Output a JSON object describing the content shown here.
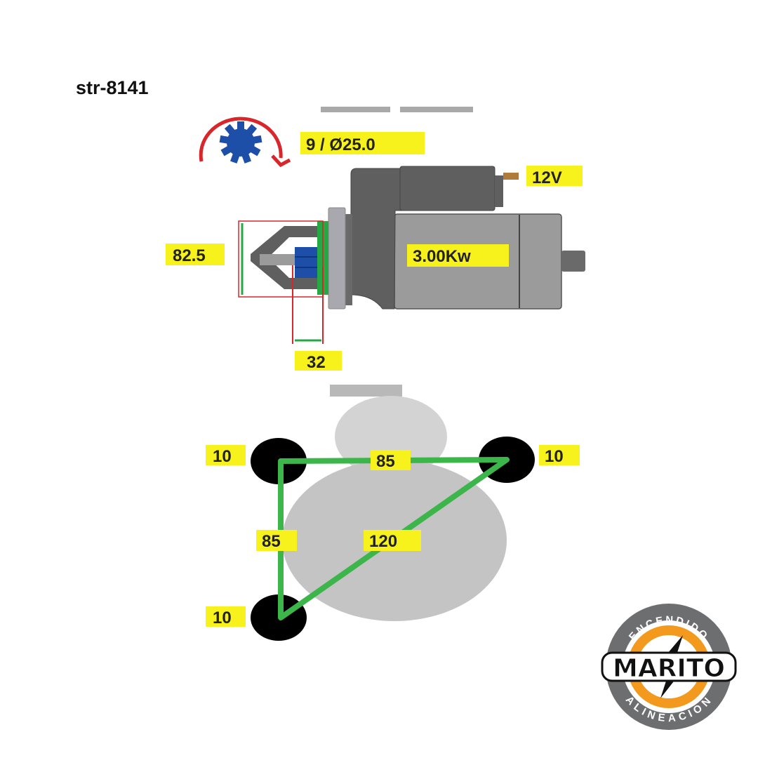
{
  "title": "str-8141",
  "starter": {
    "gear_spec": "9 / Ø25.0",
    "voltage": "12V",
    "power": "3.00Kw",
    "flange_height": "82.5",
    "pinion_offset": "32"
  },
  "mounting": {
    "hole_top_left": "10",
    "hole_top_right": "10",
    "hole_bottom_left": "10",
    "side_top": "85",
    "side_left": "85",
    "diagonal": "120"
  },
  "logo": {
    "name": "MARITO",
    "top_text": "ENCENDIDO",
    "bottom_text": "ALINEACION"
  },
  "colors": {
    "label_bg": "#f7f21c",
    "triangle": "#3cb54a",
    "gear": "#1d4fa8",
    "arrow": "#d8262b",
    "logo_orange": "#f39a1e",
    "logo_gray": "#6d6e70"
  }
}
